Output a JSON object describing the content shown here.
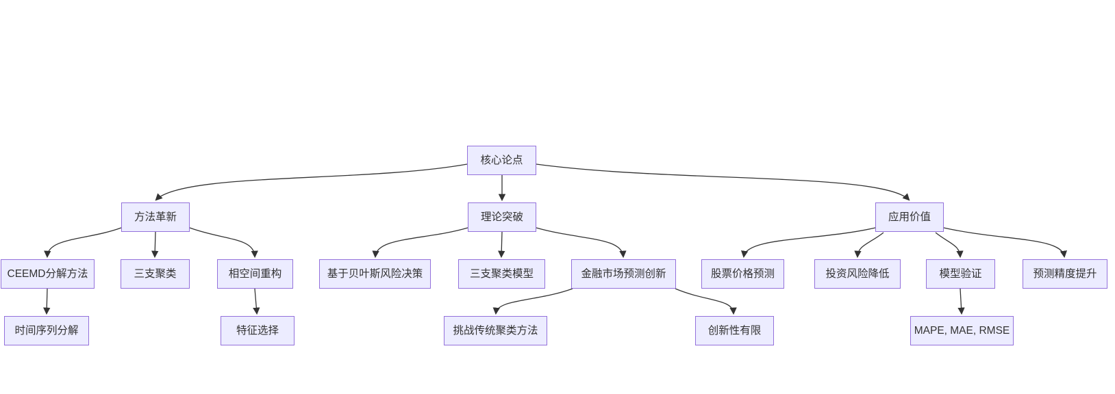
{
  "diagram": {
    "type": "flowchart-tree",
    "colors": {
      "background": "#ffffff",
      "node_fill": "#ECECFF",
      "node_border": "#9370DB",
      "line_color": "#333333",
      "text_color": "#333333"
    },
    "nodes": {
      "core": {
        "label": "核心论点"
      },
      "method": {
        "label": "方法革新"
      },
      "theory": {
        "label": "理论突破"
      },
      "application": {
        "label": "应用价值"
      },
      "ceemd": {
        "label": "CEEMD分解方法"
      },
      "three_cluster": {
        "label": "三支聚类"
      },
      "phase_space": {
        "label": "相空间重构"
      },
      "bayes": {
        "label": "基于贝叶斯风险决策"
      },
      "three_cluster_model": {
        "label": "三支聚类模型"
      },
      "finance_innovation": {
        "label": "金融市场预测创新"
      },
      "stock_prediction": {
        "label": "股票价格预测"
      },
      "risk_reduction": {
        "label": "投资风险降低"
      },
      "model_validation": {
        "label": "模型验证"
      },
      "precision_improvement": {
        "label": "预测精度提升"
      },
      "ts_decomposition": {
        "label": "时间序列分解"
      },
      "feature_selection": {
        "label": "特征选择"
      },
      "challenge_clustering": {
        "label": "挑战传统聚类方法"
      },
      "limited_innovation": {
        "label": "创新性有限"
      },
      "metrics": {
        "label": "MAPE, MAE, RMSE"
      }
    },
    "edges": [
      [
        "core",
        "method"
      ],
      [
        "core",
        "theory"
      ],
      [
        "core",
        "application"
      ],
      [
        "method",
        "ceemd"
      ],
      [
        "method",
        "three_cluster"
      ],
      [
        "method",
        "phase_space"
      ],
      [
        "theory",
        "bayes"
      ],
      [
        "theory",
        "three_cluster_model"
      ],
      [
        "theory",
        "finance_innovation"
      ],
      [
        "application",
        "stock_prediction"
      ],
      [
        "application",
        "risk_reduction"
      ],
      [
        "application",
        "model_validation"
      ],
      [
        "application",
        "precision_improvement"
      ],
      [
        "ceemd",
        "ts_decomposition"
      ],
      [
        "phase_space",
        "feature_selection"
      ],
      [
        "finance_innovation",
        "challenge_clustering"
      ],
      [
        "finance_innovation",
        "limited_innovation"
      ],
      [
        "model_validation",
        "metrics"
      ]
    ]
  }
}
